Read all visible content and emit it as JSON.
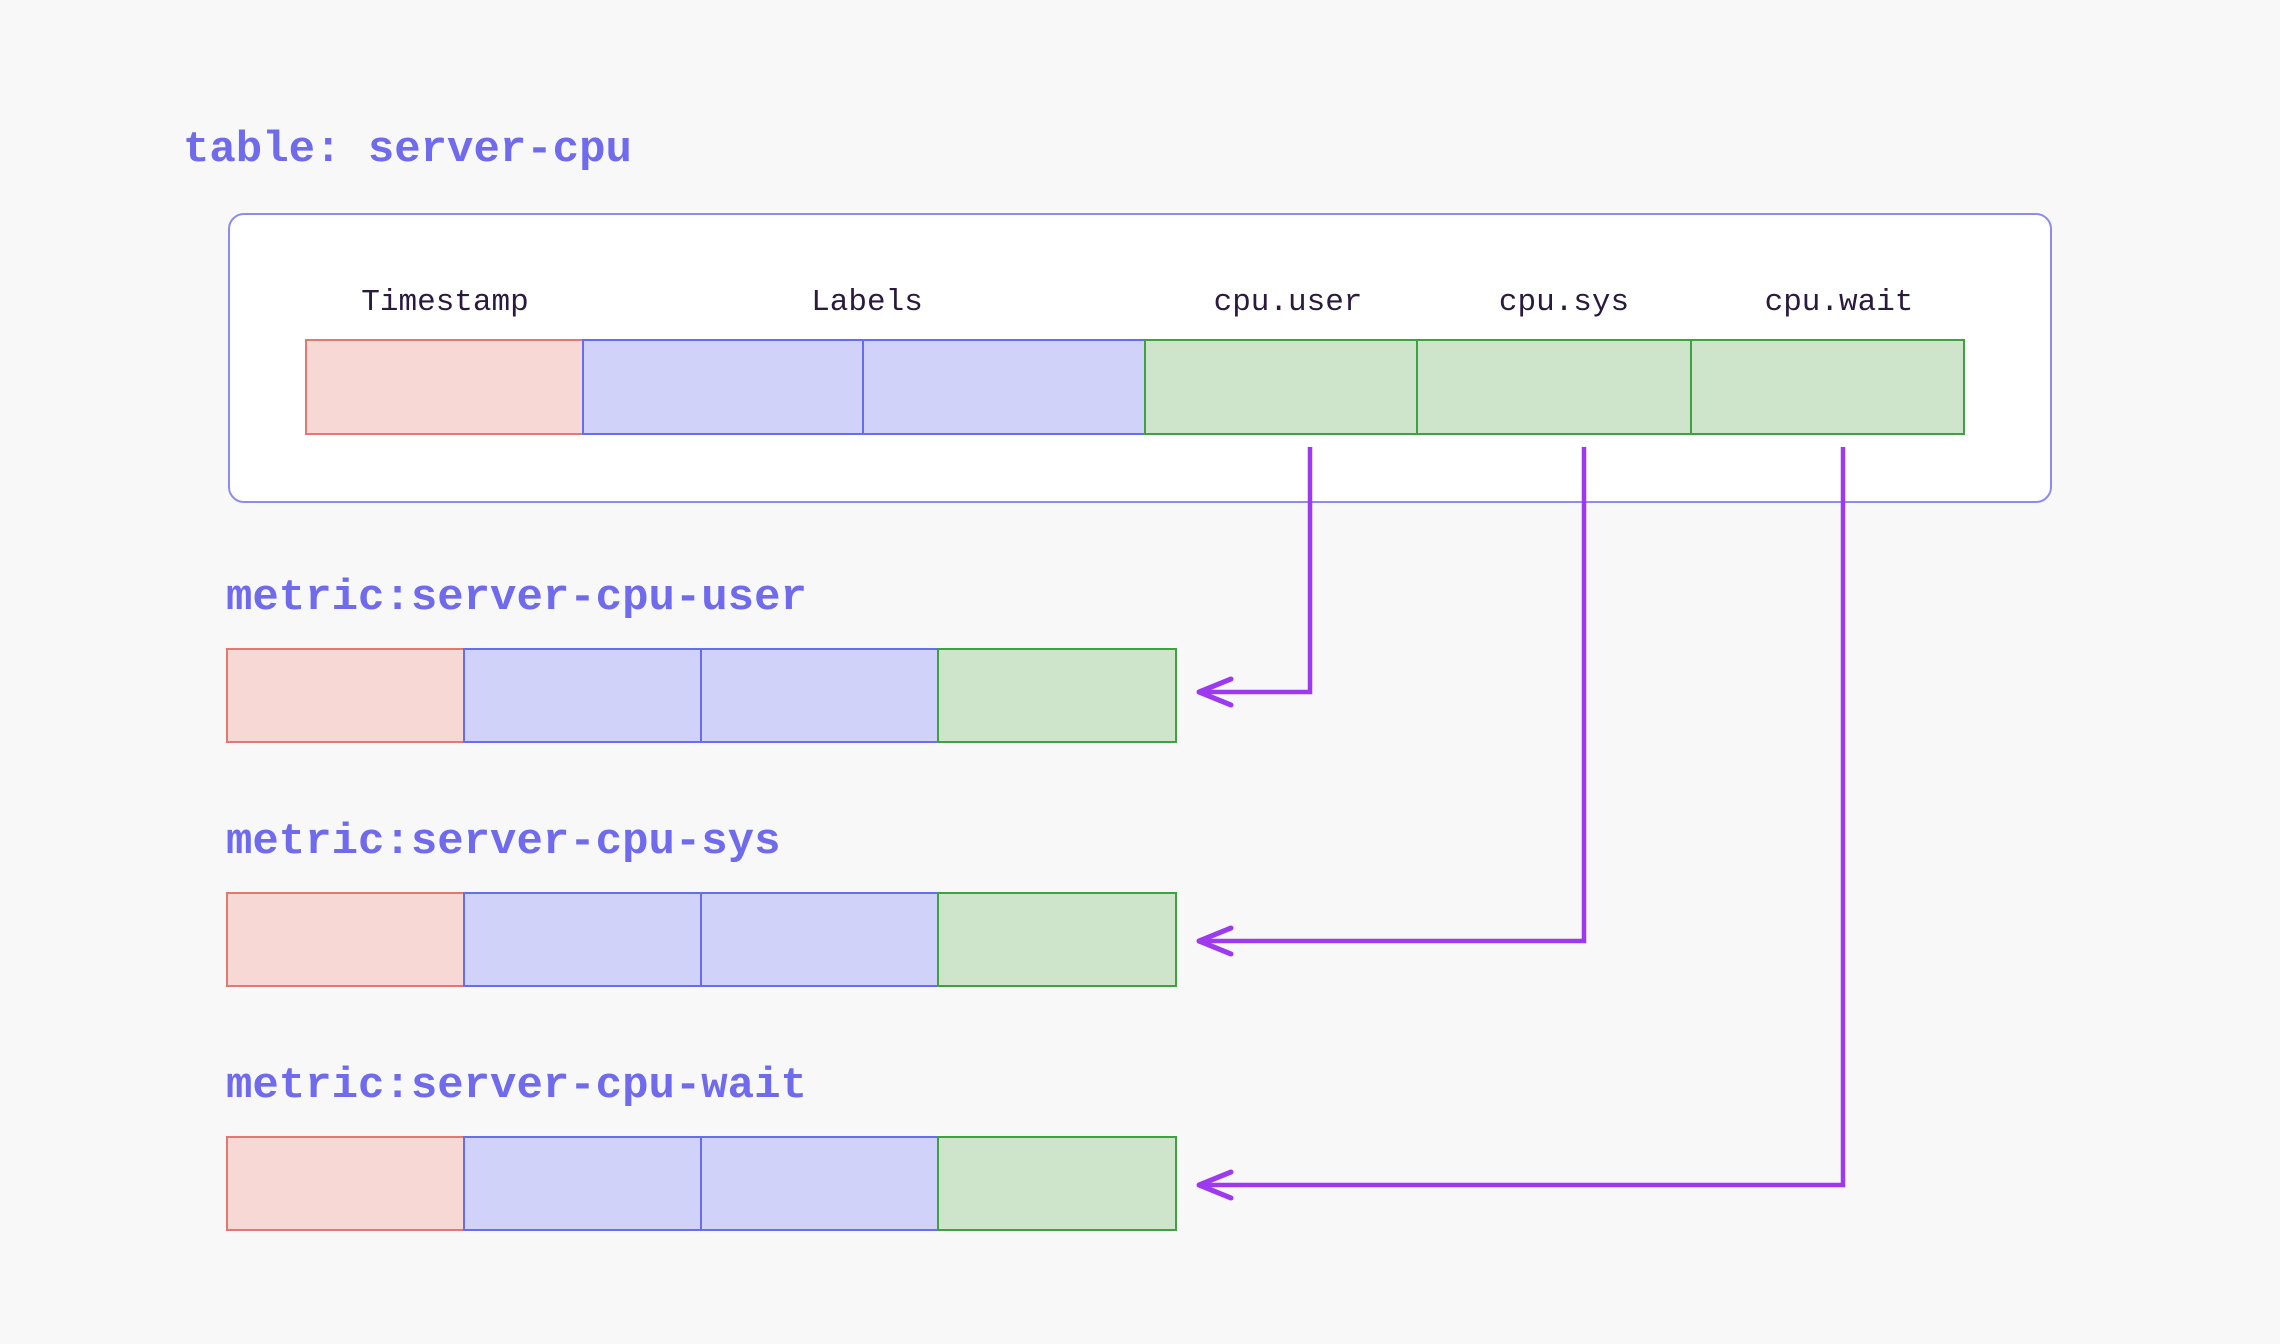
{
  "table": {
    "title": "table: server-cpu",
    "columns": [
      {
        "name": "Timestamp",
        "type": "timestamp"
      },
      {
        "name": "Labels",
        "type": "label",
        "span": 2
      },
      {
        "name": "cpu.user",
        "type": "value"
      },
      {
        "name": "cpu.sys",
        "type": "value"
      },
      {
        "name": "cpu.wait",
        "type": "value"
      }
    ],
    "row_cell_types": [
      "timestamp",
      "label",
      "label",
      "value",
      "value",
      "value"
    ]
  },
  "metrics": [
    {
      "title": "metric:server-cpu-user",
      "source_column": "cpu.user",
      "row_cell_types": [
        "timestamp",
        "label",
        "label",
        "value"
      ]
    },
    {
      "title": "metric:server-cpu-sys",
      "source_column": "cpu.sys",
      "row_cell_types": [
        "timestamp",
        "label",
        "label",
        "value"
      ]
    },
    {
      "title": "metric:server-cpu-wait",
      "source_column": "cpu.wait",
      "row_cell_types": [
        "timestamp",
        "label",
        "label",
        "value"
      ]
    }
  ],
  "connections": [
    {
      "from": "cpu.user",
      "to": "metric:server-cpu-user"
    },
    {
      "from": "cpu.sys",
      "to": "metric:server-cpu-sys"
    },
    {
      "from": "cpu.wait",
      "to": "metric:server-cpu-wait"
    }
  ],
  "colors": {
    "page_bg": "#f8f8f9",
    "panel_bg": "#ffffff",
    "panel_border": "#8c8cf0",
    "title_color": "#6f6bec",
    "header_color": "#2a1a3e",
    "arrow_color": "#9d3af0",
    "ts_fill": "#f7d8d5",
    "ts_border": "#e2786f",
    "label_fill": "#d1d2f9",
    "label_border": "#666df0",
    "value_fill": "#cfe5cb",
    "value_border": "#3ea23e"
  }
}
